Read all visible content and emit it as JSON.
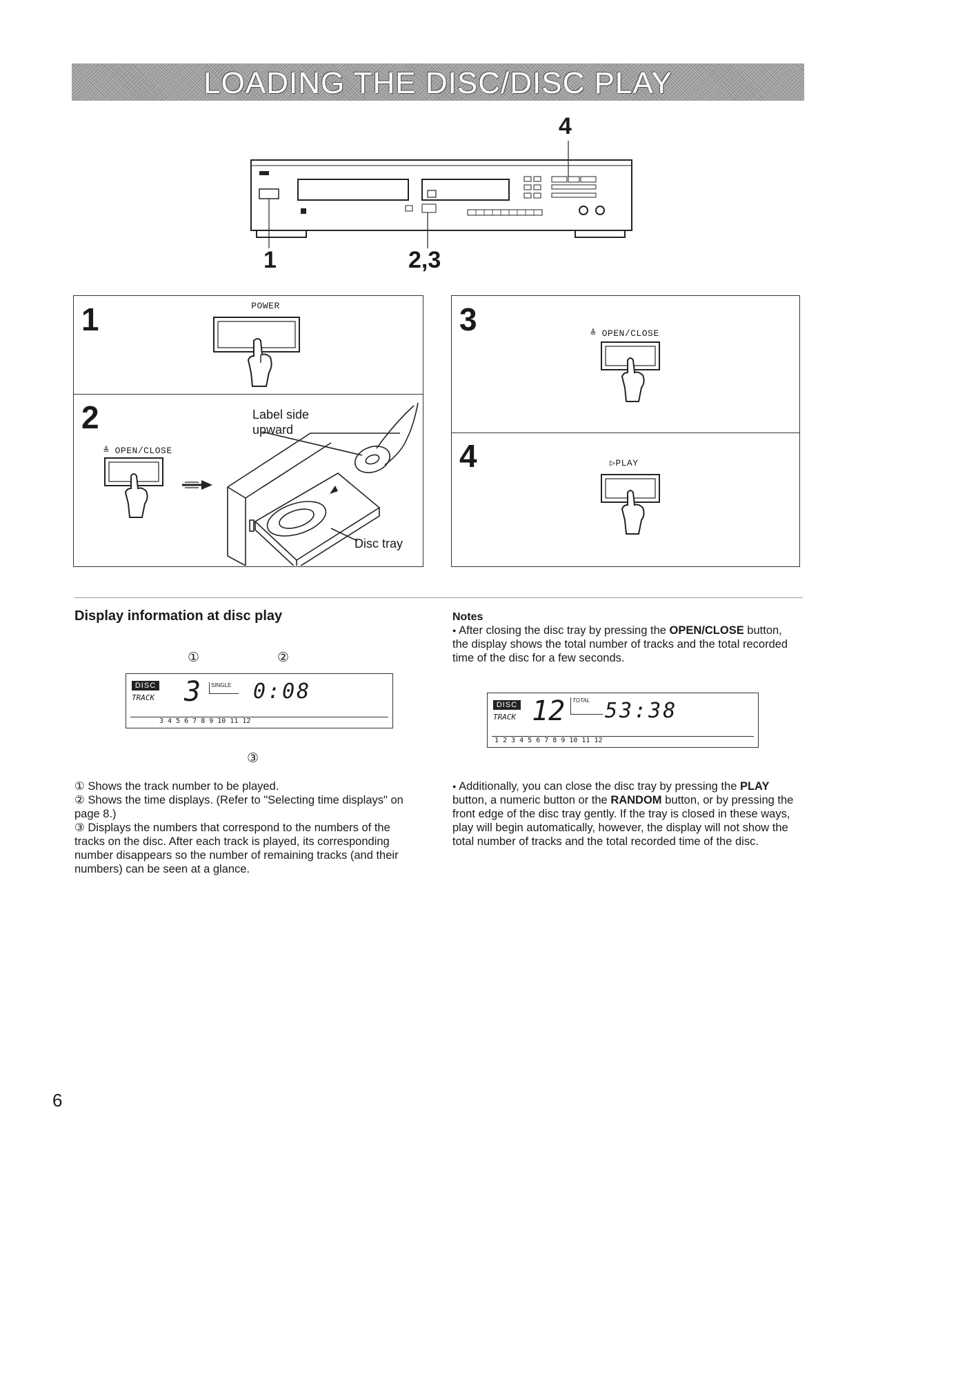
{
  "banner": {
    "title": "LOADING THE DISC/DISC PLAY"
  },
  "device_callouts": {
    "top": "4",
    "left": "1",
    "right": "2,3"
  },
  "steps": [
    {
      "number": "1",
      "button_label": "POWER"
    },
    {
      "number": "2",
      "button_label": "≜ OPEN/CLOSE",
      "label_side": "Label side\nupward",
      "disc_tray": "Disc tray"
    },
    {
      "number": "3",
      "button_label": "≜ OPEN/CLOSE"
    },
    {
      "number": "4",
      "button_label": "▷PLAY"
    }
  ],
  "display_info": {
    "heading": "Display information at disc play",
    "marker1": "①",
    "marker2": "②",
    "marker3": "③",
    "disc_label": "DISC",
    "track_label": "TRACK",
    "track_number": "3",
    "mode_label": "SINGLE",
    "time": "0:08",
    "track_numbers": "3 4 5 6 7 8 9 10 11 12",
    "explanations": [
      "① Shows the track number to be played.",
      "② Shows the time displays. (Refer to \"Selecting time displays\" on page 8.)",
      "③ Displays the numbers that correspond to the numbers of the tracks on the disc. After each track is played, its corresponding number disappears so the number of remaining tracks (and their numbers) can be seen at a glance."
    ]
  },
  "notes": {
    "heading": "Notes",
    "note1_pre": "After closing the disc tray by pressing the ",
    "note1_bold": "OPEN/CLOSE",
    "note1_post": " button, the display shows the total number of tracks and the total recorded time of the disc for a few seconds.",
    "lcd2": {
      "disc_label": "DISC",
      "track_label": "TRACK",
      "track_number": "12",
      "mode_label": "TOTAL",
      "time": "53:38",
      "track_numbers": "1 2 3 4 5 6 7 8 9 10 11 12"
    },
    "note2_a": "Additionally, you can close the disc tray by pressing the ",
    "note2_b": "PLAY",
    "note2_c": " button, a numeric button or the ",
    "note2_d": "RANDOM",
    "note2_e": " button, or by pressing the front edge of the disc tray gently. If the tray is closed in these ways, play will begin automatically, however, the display will not show the total number of tracks and the total recorded time of the disc."
  },
  "page_number": "6",
  "colors": {
    "ink": "#1a1a1a",
    "banner": "#9c9c9c",
    "paper": "#ffffff"
  },
  "icons": [
    "hand-press-icon",
    "eject-icon",
    "play-icon",
    "arrow-right-icon"
  ]
}
